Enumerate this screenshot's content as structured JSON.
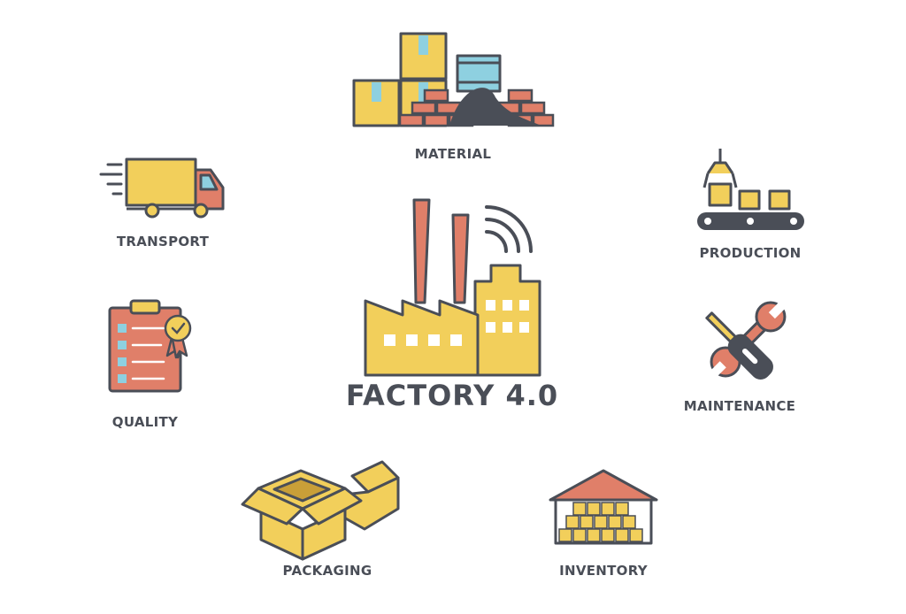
{
  "center": {
    "title": "FACTORY 4.0",
    "icon": "factory-icon"
  },
  "nodes": [
    {
      "key": "material",
      "label": "MATERIAL",
      "icon": "materials-icon"
    },
    {
      "key": "transport",
      "label": "TRANSPORT",
      "icon": "truck-icon"
    },
    {
      "key": "production",
      "label": "PRODUCTION",
      "icon": "conveyor-icon"
    },
    {
      "key": "quality",
      "label": "QUALITY",
      "icon": "clipboard-icon"
    },
    {
      "key": "maintenance",
      "label": "MAINTENANCE",
      "icon": "wrench-screwdriver-icon"
    },
    {
      "key": "packaging",
      "label": "PACKAGING",
      "icon": "boxes-icon"
    },
    {
      "key": "inventory",
      "label": "INVENTORY",
      "icon": "warehouse-icon"
    }
  ],
  "colors": {
    "outline": "#4a4e57",
    "yellow": "#f2cf5b",
    "salmon": "#e07f69",
    "blue": "#8ed0e0",
    "text": "#4a4e57"
  }
}
